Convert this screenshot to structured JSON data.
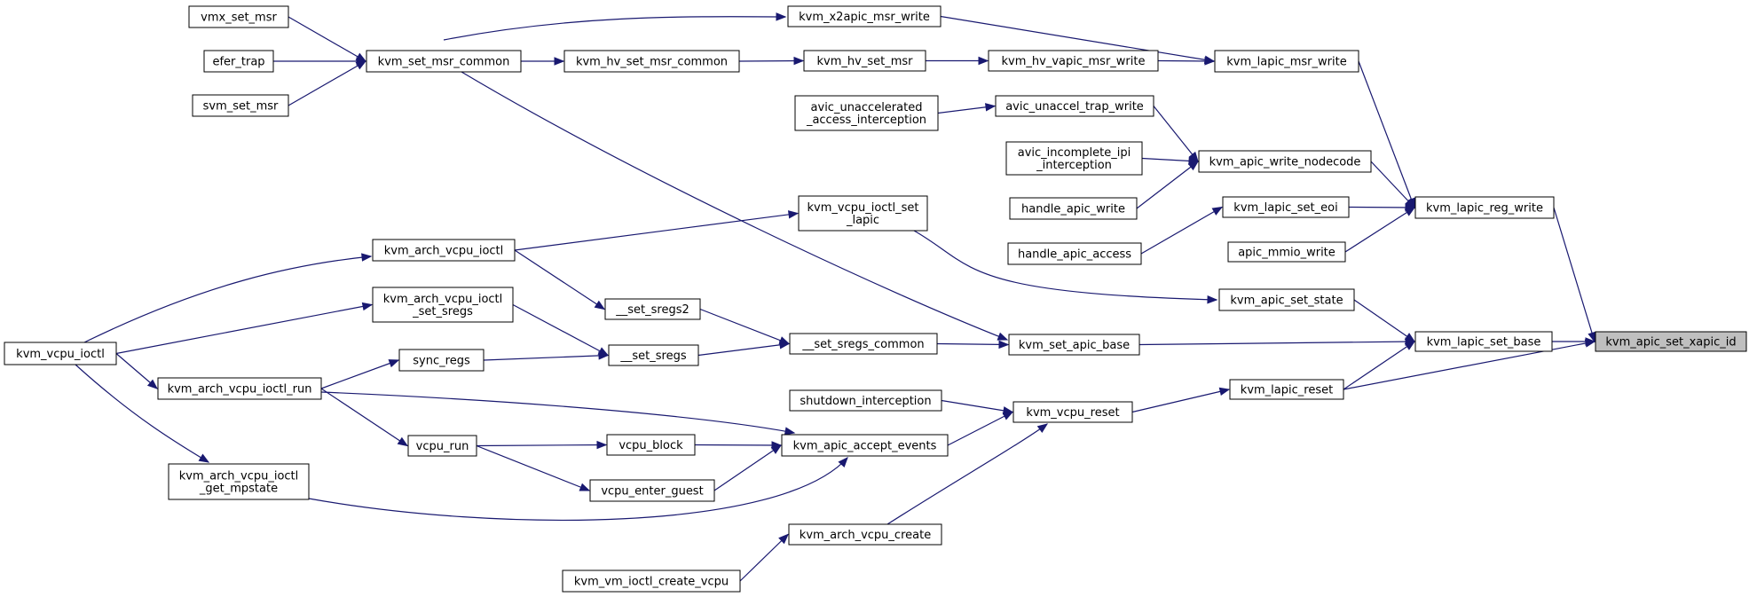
{
  "colors": {
    "edge": "#191970",
    "root_fill": "#bfbfbf",
    "node_fill": "#ffffff",
    "node_stroke": "#000000"
  },
  "nodes": {
    "kvm_apic_set_xapic_id": [
      "kvm_apic_set_xapic_id"
    ],
    "kvm_lapic_set_base": [
      "kvm_lapic_set_base"
    ],
    "kvm_lapic_reg_write": [
      "kvm_lapic_reg_write"
    ],
    "kvm_lapic_reset": [
      "kvm_lapic_reset"
    ],
    "kvm_lapic_msr_write": [
      "kvm_lapic_msr_write"
    ],
    "kvm_apic_set_state": [
      "kvm_apic_set_state"
    ],
    "kvm_set_apic_base": [
      "kvm_set_apic_base"
    ],
    "kvm_vcpu_reset": [
      "kvm_vcpu_reset"
    ],
    "kvm_apic_write_nodecode": [
      "kvm_apic_write_nodecode"
    ],
    "kvm_lapic_set_eoi": [
      "kvm_lapic_set_eoi"
    ],
    "apic_mmio_write": [
      "apic_mmio_write"
    ],
    "kvm_x2apic_msr_write": [
      "kvm_x2apic_msr_write"
    ],
    "kvm_hv_vapic_msr_write": [
      "kvm_hv_vapic_msr_write"
    ],
    "avic_unaccel_trap_write": [
      "avic_unaccel_trap_write"
    ],
    "avic_incomplete_ipi_interception": [
      "avic_incomplete_ipi",
      "_interception"
    ],
    "handle_apic_write": [
      "handle_apic_write"
    ],
    "handle_apic_access": [
      "handle_apic_access"
    ],
    "kvm_vcpu_ioctl_set_lapic": [
      "kvm_vcpu_ioctl_set",
      "_lapic"
    ],
    "set_sregs_common": [
      "__set_sregs_common"
    ],
    "shutdown_interception": [
      "shutdown_interception"
    ],
    "kvm_apic_accept_events": [
      "kvm_apic_accept_events"
    ],
    "kvm_arch_vcpu_create": [
      "kvm_arch_vcpu_create"
    ],
    "kvm_hv_set_msr": [
      "kvm_hv_set_msr"
    ],
    "kvm_hv_set_msr_common": [
      "kvm_hv_set_msr_common"
    ],
    "kvm_set_msr_common": [
      "kvm_set_msr_common"
    ],
    "avic_unaccelerated_access_interception": [
      "avic_unaccelerated",
      "_access_interception"
    ],
    "set_sregs2": [
      "__set_sregs2"
    ],
    "set_sregs": [
      "__set_sregs"
    ],
    "vcpu_block": [
      "vcpu_block"
    ],
    "vcpu_enter_guest": [
      "vcpu_enter_guest"
    ],
    "kvm_vm_ioctl_create_vcpu": [
      "kvm_vm_ioctl_create_vcpu"
    ],
    "vmx_set_msr": [
      "vmx_set_msr"
    ],
    "efer_trap": [
      "efer_trap"
    ],
    "svm_set_msr": [
      "svm_set_msr"
    ],
    "kvm_arch_vcpu_ioctl": [
      "kvm_arch_vcpu_ioctl"
    ],
    "kvm_arch_vcpu_ioctl_set_sregs": [
      "kvm_arch_vcpu_ioctl",
      "_set_sregs"
    ],
    "sync_regs": [
      "sync_regs"
    ],
    "vcpu_run": [
      "vcpu_run"
    ],
    "kvm_arch_vcpu_ioctl_run": [
      "kvm_arch_vcpu_ioctl_run"
    ],
    "kvm_arch_vcpu_ioctl_get_mpstate": [
      "kvm_arch_vcpu_ioctl",
      "_get_mpstate"
    ],
    "kvm_vcpu_ioctl": [
      "kvm_vcpu_ioctl"
    ]
  },
  "edges": [
    [
      "kvm_lapic_set_base",
      "kvm_apic_set_xapic_id"
    ],
    [
      "kvm_lapic_reg_write",
      "kvm_apic_set_xapic_id"
    ],
    [
      "kvm_lapic_reset",
      "kvm_apic_set_xapic_id"
    ],
    [
      "kvm_apic_set_state",
      "kvm_lapic_set_base"
    ],
    [
      "kvm_set_apic_base",
      "kvm_lapic_set_base"
    ],
    [
      "kvm_lapic_reset",
      "kvm_lapic_set_base"
    ],
    [
      "kvm_lapic_msr_write",
      "kvm_lapic_reg_write"
    ],
    [
      "kvm_apic_write_nodecode",
      "kvm_lapic_reg_write"
    ],
    [
      "kvm_lapic_set_eoi",
      "kvm_lapic_reg_write"
    ],
    [
      "apic_mmio_write",
      "kvm_lapic_reg_write"
    ],
    [
      "kvm_vcpu_reset",
      "kvm_lapic_reset"
    ],
    [
      "kvm_x2apic_msr_write",
      "kvm_lapic_msr_write"
    ],
    [
      "kvm_hv_vapic_msr_write",
      "kvm_lapic_msr_write"
    ],
    [
      "kvm_hv_set_msr",
      "kvm_hv_vapic_msr_write"
    ],
    [
      "kvm_hv_set_msr_common",
      "kvm_hv_set_msr"
    ],
    [
      "kvm_set_msr_common",
      "kvm_hv_set_msr_common"
    ],
    [
      "kvm_set_msr_common",
      "kvm_x2apic_msr_write"
    ],
    [
      "kvm_set_msr_common",
      "kvm_set_apic_base"
    ],
    [
      "vmx_set_msr",
      "kvm_set_msr_common"
    ],
    [
      "efer_trap",
      "kvm_set_msr_common"
    ],
    [
      "svm_set_msr",
      "kvm_set_msr_common"
    ],
    [
      "avic_unaccelerated_access_interception",
      "avic_unaccel_trap_write"
    ],
    [
      "avic_unaccel_trap_write",
      "kvm_apic_write_nodecode"
    ],
    [
      "avic_incomplete_ipi_interception",
      "kvm_apic_write_nodecode"
    ],
    [
      "handle_apic_write",
      "kvm_apic_write_nodecode"
    ],
    [
      "handle_apic_access",
      "kvm_lapic_set_eoi"
    ],
    [
      "kvm_vcpu_ioctl_set_lapic",
      "kvm_apic_set_state"
    ],
    [
      "kvm_arch_vcpu_ioctl",
      "kvm_vcpu_ioctl_set_lapic"
    ],
    [
      "set_sregs_common",
      "kvm_set_apic_base"
    ],
    [
      "set_sregs2",
      "set_sregs_common"
    ],
    [
      "set_sregs",
      "set_sregs_common"
    ],
    [
      "kvm_arch_vcpu_ioctl",
      "set_sregs2"
    ],
    [
      "kvm_arch_vcpu_ioctl_set_sregs",
      "set_sregs"
    ],
    [
      "sync_regs",
      "set_sregs"
    ],
    [
      "shutdown_interception",
      "kvm_vcpu_reset"
    ],
    [
      "kvm_apic_accept_events",
      "kvm_vcpu_reset"
    ],
    [
      "kvm_arch_vcpu_create",
      "kvm_vcpu_reset"
    ],
    [
      "kvm_vm_ioctl_create_vcpu",
      "kvm_arch_vcpu_create"
    ],
    [
      "vcpu_block",
      "kvm_apic_accept_events"
    ],
    [
      "vcpu_enter_guest",
      "kvm_apic_accept_events"
    ],
    [
      "kvm_arch_vcpu_ioctl_run",
      "kvm_apic_accept_events"
    ],
    [
      "kvm_arch_vcpu_ioctl_get_mpstate",
      "kvm_apic_accept_events"
    ],
    [
      "vcpu_run",
      "vcpu_block"
    ],
    [
      "vcpu_run",
      "vcpu_enter_guest"
    ],
    [
      "kvm_arch_vcpu_ioctl_run",
      "vcpu_run"
    ],
    [
      "kvm_arch_vcpu_ioctl_run",
      "sync_regs"
    ],
    [
      "kvm_vcpu_ioctl",
      "kvm_arch_vcpu_ioctl"
    ],
    [
      "kvm_vcpu_ioctl",
      "kvm_arch_vcpu_ioctl_set_sregs"
    ],
    [
      "kvm_vcpu_ioctl",
      "kvm_arch_vcpu_ioctl_run"
    ],
    [
      "kvm_vcpu_ioctl",
      "kvm_arch_vcpu_ioctl_get_mpstate"
    ]
  ]
}
